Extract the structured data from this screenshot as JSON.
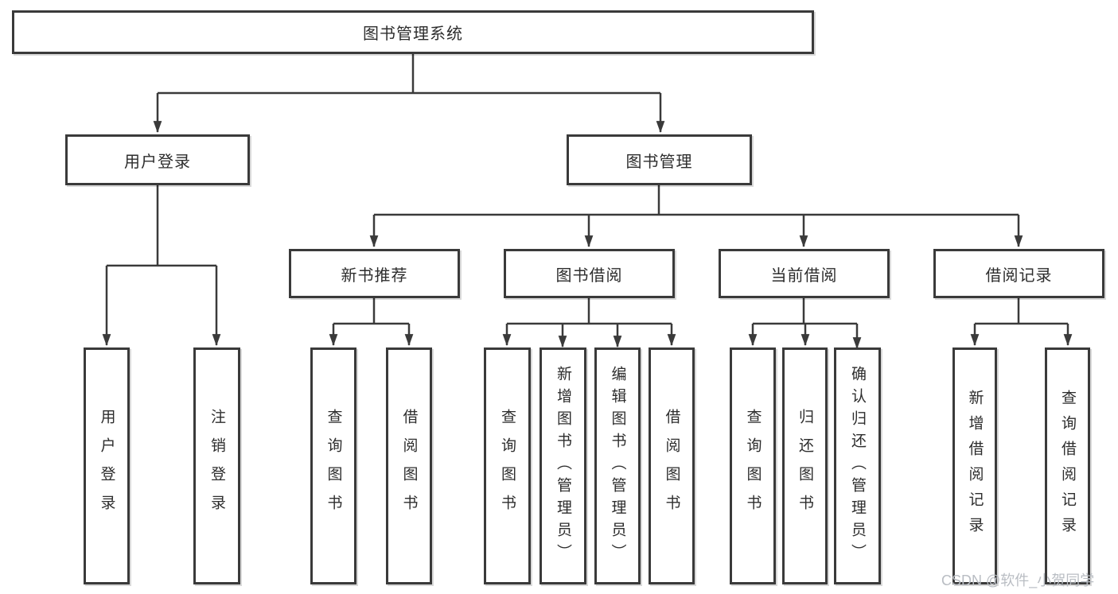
{
  "diagram_type": "hierarchy-tree",
  "colors": {
    "line": "#3a3a3a",
    "box_border": "#3a3a3a",
    "box_background": "#ffffff",
    "text": "#2d2d2d",
    "watermark": "#b9bdc3"
  },
  "tree": {
    "root": "图书管理系统",
    "children": [
      {
        "label": "用户登录",
        "children": [
          {
            "label": "用户登录"
          },
          {
            "label": "注销登录"
          }
        ]
      },
      {
        "label": "图书管理",
        "children": [
          {
            "label": "新书推荐",
            "children": [
              {
                "label": "查询图书"
              },
              {
                "label": "借阅图书"
              }
            ]
          },
          {
            "label": "图书借阅",
            "children": [
              {
                "label": "查询图书"
              },
              {
                "label": "新增图书（管理员）"
              },
              {
                "label": "编辑图书（管理员）"
              },
              {
                "label": "借阅图书"
              }
            ]
          },
          {
            "label": "当前借阅",
            "children": [
              {
                "label": "查询图书"
              },
              {
                "label": "归还图书"
              },
              {
                "label": "确认归还（管理员）"
              }
            ]
          },
          {
            "label": "借阅记录",
            "children": [
              {
                "label": "新增借阅记录"
              },
              {
                "label": "查询借阅记录"
              }
            ]
          }
        ]
      }
    ]
  },
  "watermark": {
    "text": "CSDN @软件_小贺同学"
  }
}
